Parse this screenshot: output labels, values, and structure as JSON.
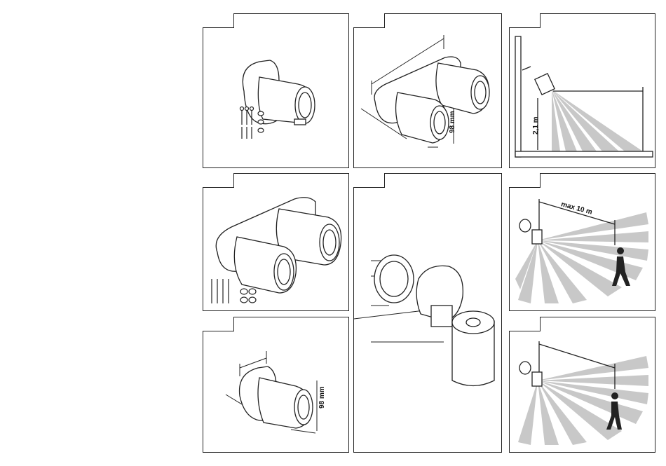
{
  "figures": {
    "f3": {
      "dim_height": "2,1 m"
    },
    "f2": {
      "dim_width": "98 mm"
    },
    "f5": {
      "dim_width": "98 mm"
    },
    "f6": {
      "range": "max 10 m"
    }
  },
  "colors": {
    "line": "#222222",
    "fan": "#c8c8c8",
    "fill": "#ffffff"
  }
}
